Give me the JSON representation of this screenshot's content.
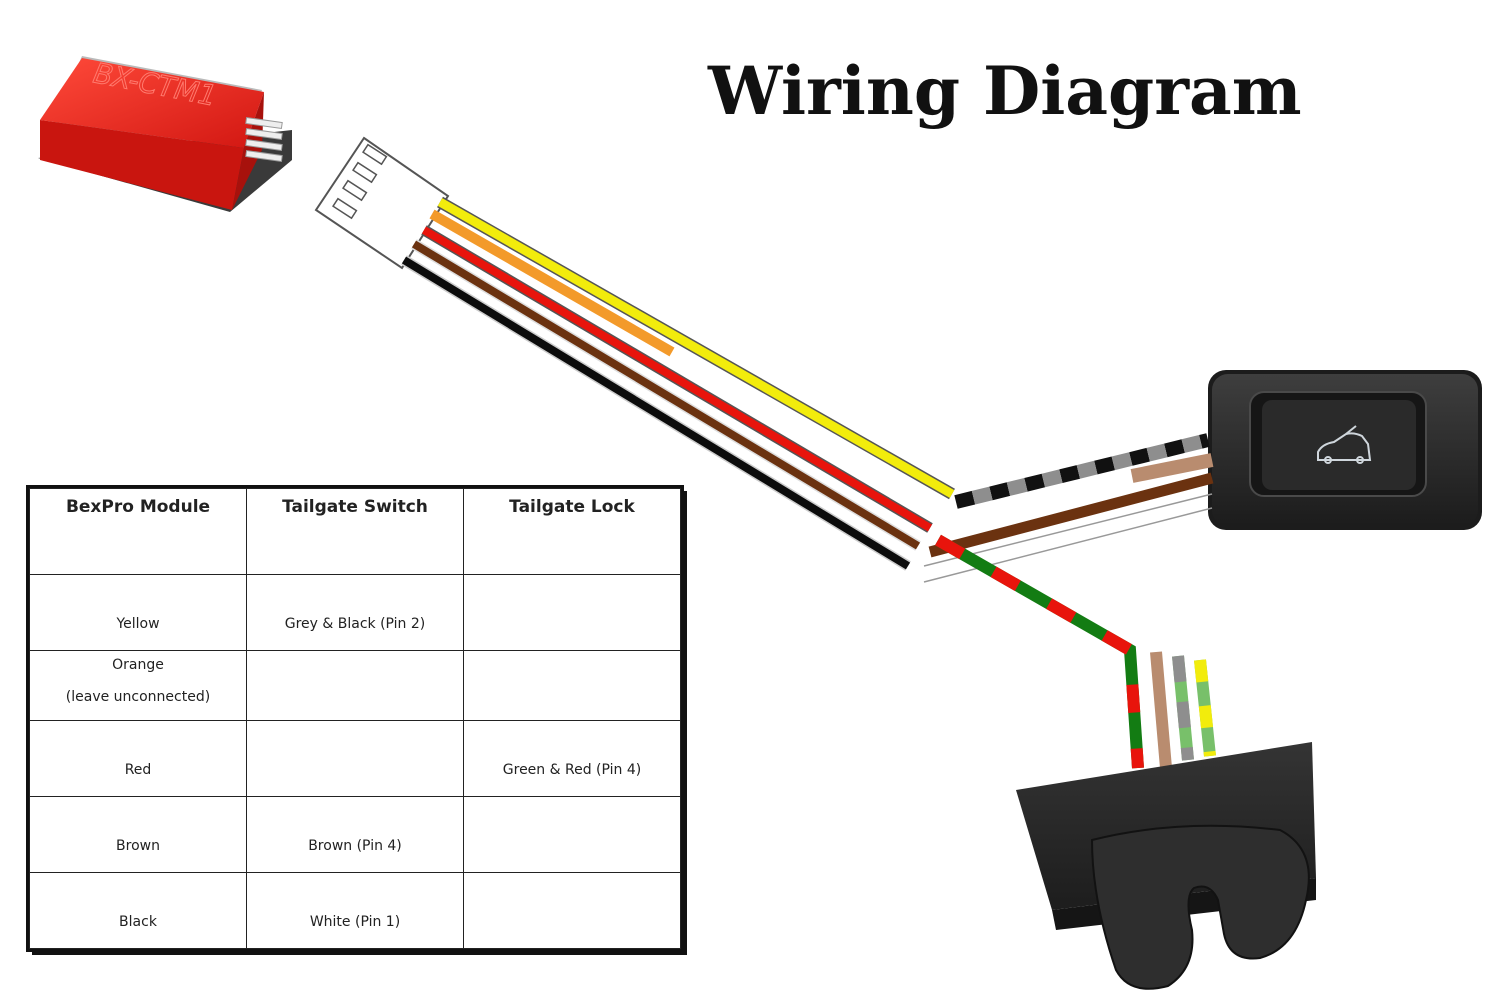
{
  "title": "Wiring Diagram",
  "module": {
    "label": "BX-CTM1",
    "color": "#e8201c"
  },
  "wire_colors": {
    "yellow": "#f2ec0c",
    "orange": "#f39a2a",
    "red": "#e8140c",
    "brown": "#6b3210",
    "black": "#0c0c0c",
    "tan": "#b98c6f",
    "green": "#137c13",
    "light_green": "#78c06a",
    "grey": "#8e8e8e"
  },
  "table": {
    "headers": [
      "BexPro Module",
      "Tailgate Switch",
      "Tailgate Lock"
    ],
    "rows": [
      {
        "module": "Yellow",
        "switch": "Grey & Black  (Pin 2)",
        "lock": ""
      },
      {
        "module": "Orange",
        "module_note": "(leave unconnected)",
        "switch": "",
        "lock": ""
      },
      {
        "module": "Red",
        "switch": "",
        "lock": "Green & Red  (Pin 4)"
      },
      {
        "module": "Brown",
        "switch": "Brown  (Pin 4)",
        "lock": ""
      },
      {
        "module": "Black",
        "switch": "White  (Pin 1)",
        "lock": ""
      }
    ]
  }
}
